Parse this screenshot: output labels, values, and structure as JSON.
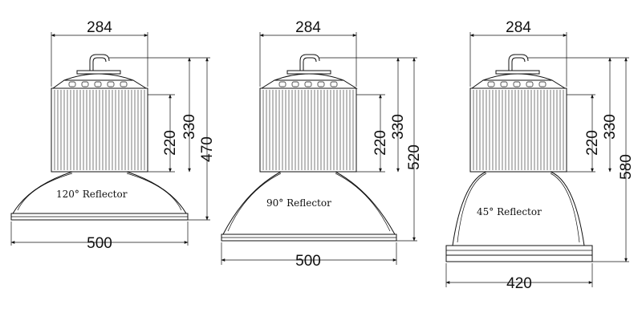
{
  "lamps": [
    {
      "reflector_label": "120° Reflector",
      "dims": {
        "top_width": "284",
        "base_width": "500",
        "fin_height": "220",
        "body_height": "330",
        "total_height": "470"
      }
    },
    {
      "reflector_label": "90° Reflector",
      "dims": {
        "top_width": "284",
        "base_width": "500",
        "fin_height": "220",
        "body_height": "330",
        "total_height": "520"
      }
    },
    {
      "reflector_label": "45° Reflector",
      "dims": {
        "top_width": "284",
        "base_width": "420",
        "fin_height": "220",
        "body_height": "330",
        "total_height": "580"
      }
    }
  ]
}
